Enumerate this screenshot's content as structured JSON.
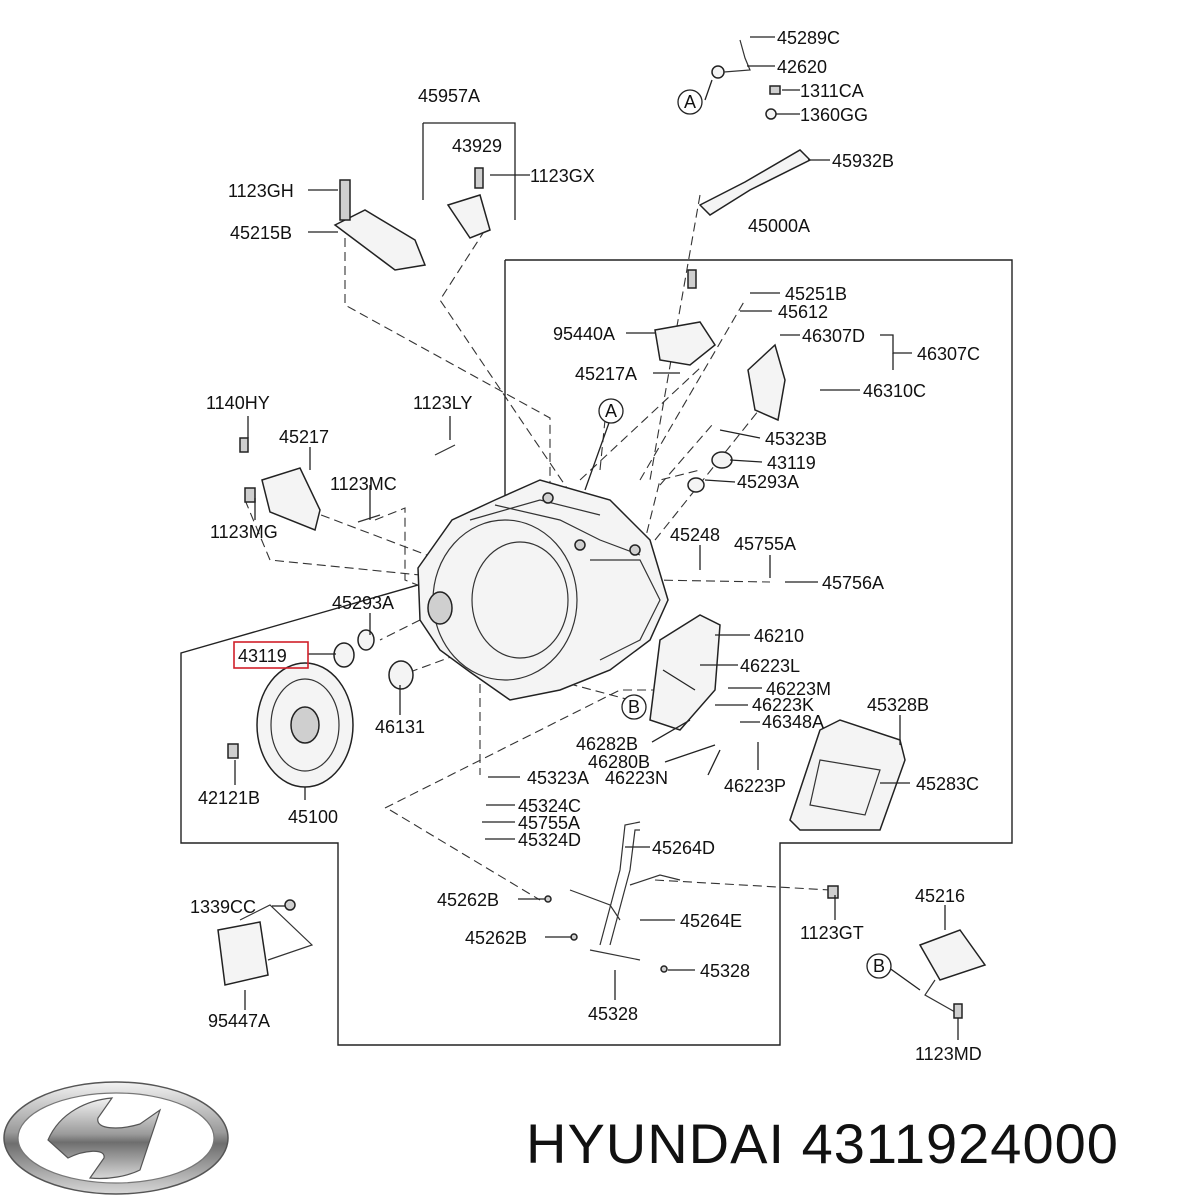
{
  "parts": {
    "p45289C": "45289C",
    "p42620": "42620",
    "p1311CA": "1311CA",
    "p1360GG": "1360GG",
    "p45932B": "45932B",
    "p45957A": "45957A",
    "p43929": "43929",
    "p1123GX": "1123GX",
    "p1123GH": "1123GH",
    "p45215B": "45215B",
    "p45000A": "45000A",
    "p45251B": "45251B",
    "p45612": "45612",
    "p95440A": "95440A",
    "p46307D": "46307D",
    "p46307C": "46307C",
    "p45217A": "45217A",
    "p46310C": "46310C",
    "p1140HY": "1140HY",
    "p1123LY": "1123LY",
    "p45217": "45217",
    "p45323B": "45323B",
    "p43119_top": "43119",
    "p1123MC": "1123MC",
    "p45293A_top": "45293A",
    "p1123MG": "1123MG",
    "p45248": "45248",
    "p45755A_top": "45755A",
    "p45756A": "45756A",
    "p45293A_left": "45293A",
    "p46210": "46210",
    "p43119_highlight": "43119",
    "p46223L": "46223L",
    "p46223M": "46223M",
    "p46131": "46131",
    "p46223K": "46223K",
    "p45328B": "45328B",
    "p46348A": "46348A",
    "p46282B": "46282B",
    "p46280B": "46280B",
    "p45323A": "45323A",
    "p46223N": "46223N",
    "p46223P": "46223P",
    "p45283C": "45283C",
    "p42121B": "42121B",
    "p45100": "45100",
    "p45324C": "45324C",
    "p45755A_bottom": "45755A",
    "p45324D": "45324D",
    "p45264D": "45264D",
    "p1339CC": "1339CC",
    "p45262B_a": "45262B",
    "p45264E": "45264E",
    "p1123GT": "1123GT",
    "p45216": "45216",
    "p45262B_b": "45262B",
    "p45328_right": "45328",
    "p95447A": "95447A",
    "p45328_bottom": "45328",
    "p1123MD": "1123MD"
  },
  "ref_letters": {
    "a_top": "A",
    "a_mid": "A",
    "b_mid": "B",
    "b_right": "B"
  },
  "highlight_color": "#d0202a",
  "brand": {
    "name": "HYUNDAI",
    "part_number": "4311924000",
    "logo_icon": "hyundai-logo-icon"
  }
}
